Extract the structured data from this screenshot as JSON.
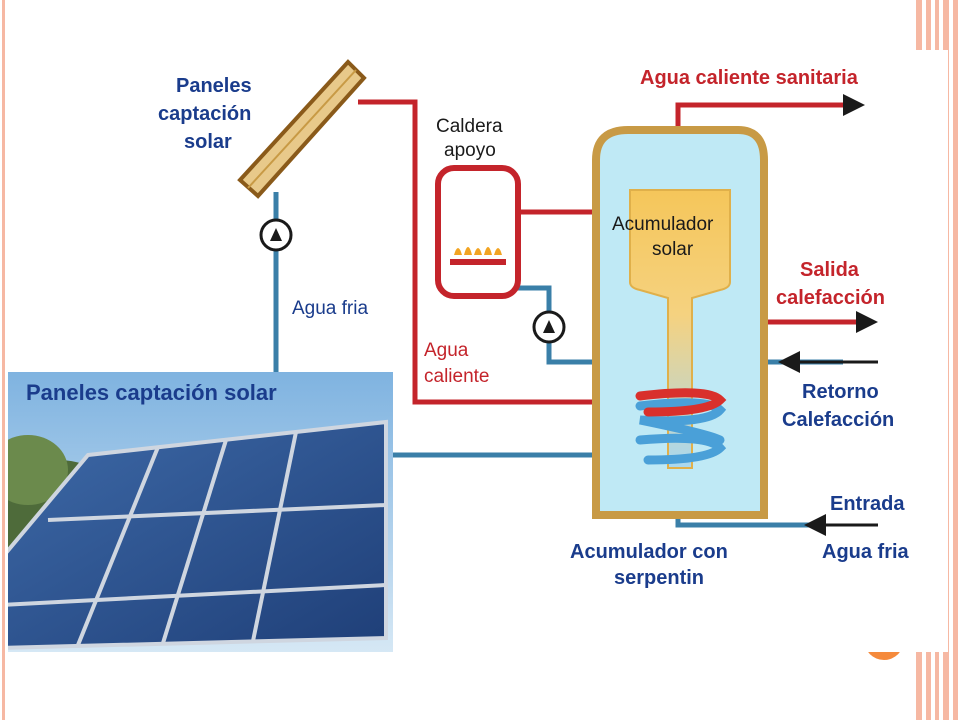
{
  "labels": {
    "paneles_top": [
      "Paneles",
      "captación",
      "solar"
    ],
    "caldera": [
      "Caldera",
      "apoyo"
    ],
    "agua_caliente_sanitaria": "Agua caliente sanitaria",
    "acumulador_solar": [
      "Acumulador",
      "solar"
    ],
    "salida_calefaccion": [
      "Salida",
      "calefacción"
    ],
    "retorno_calefaccion": [
      "Retorno",
      "Calefacción"
    ],
    "agua_fria_left": "Agua fria",
    "agua_caliente": [
      "Agua",
      "caliente"
    ],
    "entrada_agua_fria": [
      "Entrada",
      "Agua fria"
    ],
    "acumulador_serpentin": [
      "Acumulador con",
      "serpentin"
    ],
    "photo_caption": "Paneles captación solar"
  },
  "colors": {
    "hot_pipe": "#c4242b",
    "cold_pipe": "#3a7fa8",
    "tank_fill": "#bfe9f5",
    "tank_border": "#c89a45",
    "accumulator": "#f5c65a",
    "label_blue": "#1a3c8c",
    "label_red": "#c4242b",
    "accent_orange": "#f58a3c"
  },
  "icons": {
    "pump": "pump-icon",
    "flame": "flame-icon",
    "arrow": "arrow-right-icon"
  }
}
